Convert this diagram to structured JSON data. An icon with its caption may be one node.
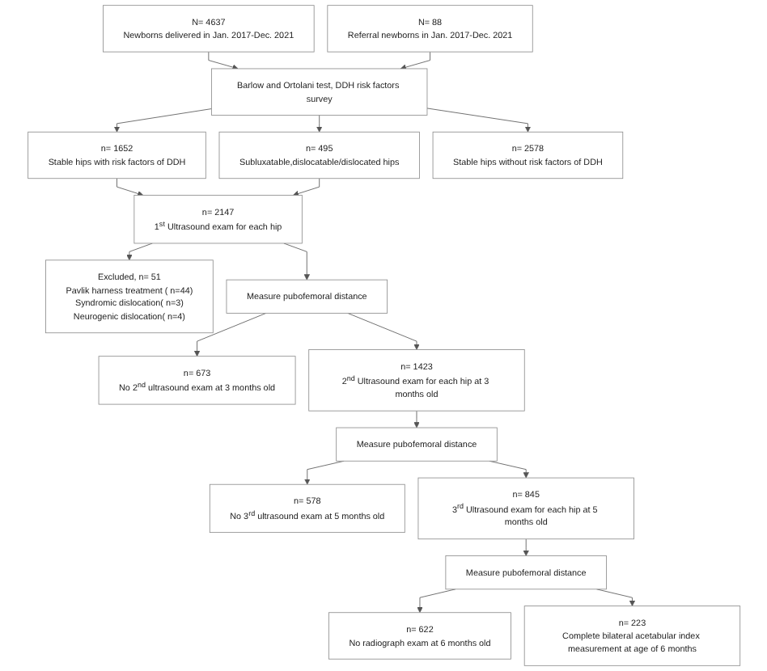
{
  "diagram": {
    "nodes": [
      {
        "text": [
          "N= 4637",
          "Newborns delivered in Jan. 2017-Dec. 2021"
        ]
      },
      {
        "text": [
          "N= 88",
          "Referral newborns in Jan. 2017-Dec. 2021"
        ]
      },
      {
        "text": [
          "Barlow and Ortolani test, DDH risk factors survey"
        ]
      },
      {
        "text": [
          "n= 1652",
          "Stable hips with risk factors of DDH"
        ]
      },
      {
        "text": [
          "n= 495",
          "Subluxatable,dislocatable/dislocated hips"
        ]
      },
      {
        "text": [
          "n= 2578",
          "Stable hips without risk factors of DDH"
        ]
      },
      {
        "text": [
          "n= 2147",
          "1$^{st}$ Ultrasound exam for each hip"
        ]
      },
      {
        "text": [
          "Excluded, n= 51",
          "Pavlik harness treatment ( n=44)",
          "Syndromic dislocation( n=3)",
          "Neurogenic dislocation( n=4)"
        ]
      },
      {
        "text": [
          "Measure pubofemoral distance"
        ]
      },
      {
        "text": [
          "n= 673",
          "No 2$^{nd}$ ultrasound exam at 3 months old"
        ]
      },
      {
        "text": [
          "n= 1423",
          "2$^{nd}$ Ultrasound exam for each hip at 3 months old"
        ]
      },
      {
        "text": [
          "Measure pubofemoral distance"
        ]
      },
      {
        "text": [
          "n= 578",
          "No 3$^{rd}$ ultrasound exam at 5 months old"
        ]
      },
      {
        "text": [
          "n= 845",
          "3$^{rd}$ Ultrasound exam for each hip at 5 months old"
        ]
      },
      {
        "text": [
          "Measure pubofemoral distance"
        ]
      },
      {
        "text": [
          "n= 622",
          "No radiograph exam at 6 months old"
        ]
      },
      {
        "text": [
          "n= 223",
          "Complete bilateral acetabular index measurement at age of 6 months"
        ]
      }
    ],
    "edges": [
      {
        "from": 0,
        "to": 2,
        "arrow": "to"
      },
      {
        "from": 1,
        "to": 2,
        "arrow": "to"
      },
      {
        "from": 2,
        "to": 3,
        "arrow": "to"
      },
      {
        "from": 2,
        "to": 4,
        "arrow": "to"
      },
      {
        "from": 2,
        "to": 5,
        "arrow": "to"
      },
      {
        "from": 3,
        "to": 6,
        "arrow": "to"
      },
      {
        "from": 4,
        "to": 6,
        "arrow": "to"
      },
      {
        "from": 6,
        "to": 7,
        "arrow": "to"
      },
      {
        "from": 6,
        "to": 8,
        "arrow": "to"
      },
      {
        "from": 8,
        "to": 9,
        "arrow": "to"
      },
      {
        "from": 8,
        "to": 10,
        "arrow": "to"
      },
      {
        "from": 10,
        "to": 11,
        "arrow": "to"
      },
      {
        "from": 11,
        "to": 12,
        "arrow": "to"
      },
      {
        "from": 11,
        "to": 13,
        "arrow": "to"
      },
      {
        "from": 13,
        "to": 14,
        "arrow": "to"
      },
      {
        "from": 14,
        "to": 15,
        "arrow": "to"
      },
      {
        "from": 14,
        "to": 16,
        "arrow": "to"
      }
    ]
  }
}
